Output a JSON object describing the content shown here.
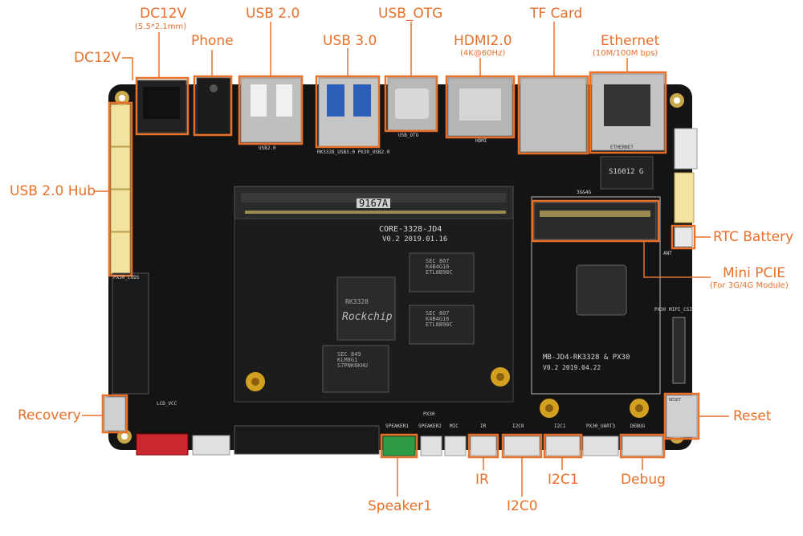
{
  "accent_color": "#e8702a",
  "board_color": "#141414",
  "labels": {
    "dc12v_top": "DC12V",
    "dc12v_top_sub": "(5.5*2.1mm)",
    "dc12v_left": "DC12V",
    "phone": "Phone",
    "usb20": "USB 2.0",
    "usb30": "USB 3.0",
    "usb_otg": "USB_OTG",
    "hdmi": "HDMI2.0",
    "hdmi_sub": "(4K@60Hz)",
    "tf_card": "TF Card",
    "ethernet": "Ethernet",
    "ethernet_sub": "(10M/100M bps)",
    "usb_hub": "USB 2.0 Hub",
    "rtc_battery": "RTC Battery",
    "mini_pcie": "Mini PCIE",
    "mini_pcie_sub": "(For 3G/4G Module)",
    "recovery": "Recovery",
    "reset": "Reset",
    "speaker1": "Speaker1",
    "ir": "IR",
    "i2c0": "I2C0",
    "i2c1": "I2C1",
    "debug": "Debug"
  },
  "board_text": {
    "core_name": "CORE-3328-JD4",
    "core_ver": "V0.2  2019.01.16",
    "base_name": "MB-JD4-RK3328 & PX30",
    "base_ver": "V0.2      2019.04.22",
    "chip_brand": "Rockchip",
    "chip_model": "RK3328",
    "ram_text": "SEC 807\nK4B4G16\nETL8B90C",
    "emmc_text": "SEC 849\nKLM8G1\nS7PNK6KHU",
    "ethernet_chip": "S16012 G",
    "usb20_silk": "USB2.0",
    "usb30_silk": "RK3328_USB3.0  PX30_USB2.0",
    "otg_silk": "USB_OTG",
    "hdmi_silk": "HDMI",
    "eth_silk": "ETHERNET",
    "lvds_silk": "PX30_LVDS",
    "lcd_silk": "LCD_VCC",
    "px30_silk": "PX30",
    "mipi_silk": "PX30 MIPI_CSI",
    "module_3g": "3G&4G",
    "slot_code": "9167A",
    "reset_silk": "RESET",
    "ant_silk": "ANT",
    "speaker_silk": "SPEAKER1",
    "speaker2_silk": "SPEAKER2",
    "mic_silk": "MIC",
    "ir_silk": "IR",
    "i2c0_silk": "I2C0",
    "i2c1_silk": "I2C1",
    "uart_silk": "PX30_UART3",
    "debug_silk": "DEBUG"
  }
}
